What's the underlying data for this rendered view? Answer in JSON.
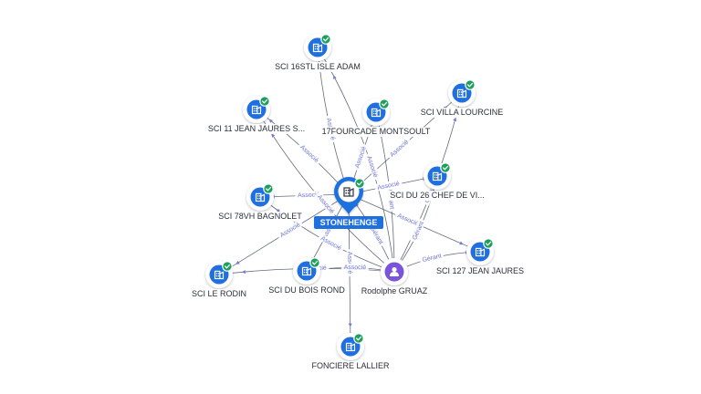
{
  "colors": {
    "company": "#1f6fe0",
    "center": "#1f6fe0",
    "person": "#7b54d9",
    "check": "#1aa05a",
    "edge": "#4a5163",
    "edge_label": "#6f78d6"
  },
  "icons": {
    "company": "building-icon",
    "person": "person-icon",
    "verified": "check-badge-icon"
  },
  "nodes": [
    {
      "id": "sci16",
      "label": "SCI 16STL ISLE ADAM",
      "type": "company"
    },
    {
      "id": "sci11",
      "label": "SCI 11 JEAN JAURES S...",
      "type": "company"
    },
    {
      "id": "f17",
      "label": "17FOURCADE MONTSOULT",
      "type": "company"
    },
    {
      "id": "villa",
      "label": "SCI VILLA LOURCINE",
      "type": "company"
    },
    {
      "id": "sci26",
      "label": "SCI DU 26 CHEF DE VI...",
      "type": "company"
    },
    {
      "id": "sci78",
      "label": "SCI 78VH BAGNOLET",
      "type": "company"
    },
    {
      "id": "stone",
      "label": "STONEHENGE",
      "type": "center"
    },
    {
      "id": "sci127",
      "label": "SCI 127 JEAN JAURES",
      "type": "company"
    },
    {
      "id": "rodin",
      "label": "SCI LE RODIN",
      "type": "company"
    },
    {
      "id": "bois",
      "label": "SCI DU BOIS ROND",
      "type": "company"
    },
    {
      "id": "rodolphe",
      "label": "Rodolphe GRUAZ",
      "type": "person"
    },
    {
      "id": "lallier",
      "label": "FONCIERE LALLIER",
      "type": "company"
    }
  ],
  "edges": [
    {
      "from": "stone",
      "to": "sci16",
      "label": "Associé"
    },
    {
      "from": "stone",
      "to": "sci11",
      "label": "Associé"
    },
    {
      "from": "stone",
      "to": "f17",
      "label": "Associé"
    },
    {
      "from": "stone",
      "to": "villa",
      "label": "Associé"
    },
    {
      "from": "stone",
      "to": "sci26",
      "label": "Associé"
    },
    {
      "from": "stone",
      "to": "sci78",
      "label": "Associé"
    },
    {
      "from": "stone",
      "to": "rodin",
      "label": "Associé"
    },
    {
      "from": "stone",
      "to": "bois",
      "label": "Associé"
    },
    {
      "from": "stone",
      "to": "lallier",
      "label": "Associé"
    },
    {
      "from": "stone",
      "to": "sci127",
      "label": "Associé"
    },
    {
      "from": "rodolphe",
      "to": "stone",
      "label": "Gérant"
    },
    {
      "from": "rodolphe",
      "to": "sci16",
      "label": "Associé"
    },
    {
      "from": "rodolphe",
      "to": "sci11",
      "label": "Associé"
    },
    {
      "from": "rodolphe",
      "to": "f17",
      "label": "Gérant"
    },
    {
      "from": "rodolphe",
      "to": "villa",
      "label": "Gérant"
    },
    {
      "from": "rodolphe",
      "to": "sci26",
      "label": "Gérant"
    },
    {
      "from": "rodolphe",
      "to": "sci127",
      "label": "Gérant"
    },
    {
      "from": "rodolphe",
      "to": "bois",
      "label": "Associé"
    },
    {
      "from": "rodolphe",
      "to": "rodin",
      "label": "Associé"
    },
    {
      "from": "rodolphe",
      "to": "sci78",
      "label": "Associé"
    }
  ]
}
